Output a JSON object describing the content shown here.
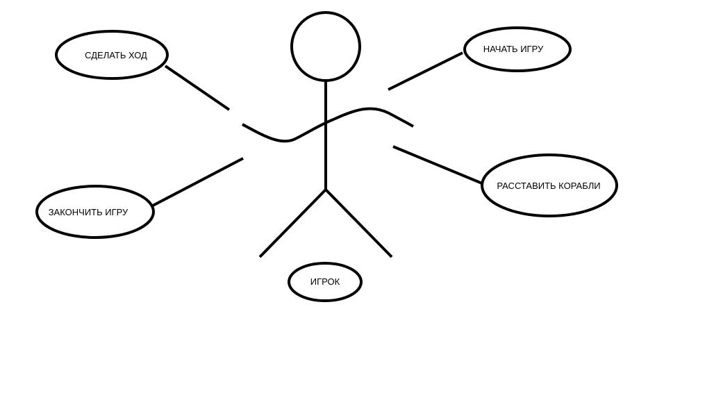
{
  "diagram": {
    "actor": {
      "label": "ИГРОК"
    },
    "use_cases": [
      {
        "id": "make-move",
        "label": "СДЕЛАТЬ ХОД"
      },
      {
        "id": "start-game",
        "label": "НАЧАТЬ ИГРУ"
      },
      {
        "id": "place-ships",
        "label": "РАССТАВИТЬ КОРАБЛИ"
      },
      {
        "id": "end-game",
        "label": "ЗАКОНЧИТЬ ИГРУ"
      }
    ],
    "colors": {
      "background": "#ffffff",
      "stroke": "#000000",
      "text": "#000000"
    }
  }
}
